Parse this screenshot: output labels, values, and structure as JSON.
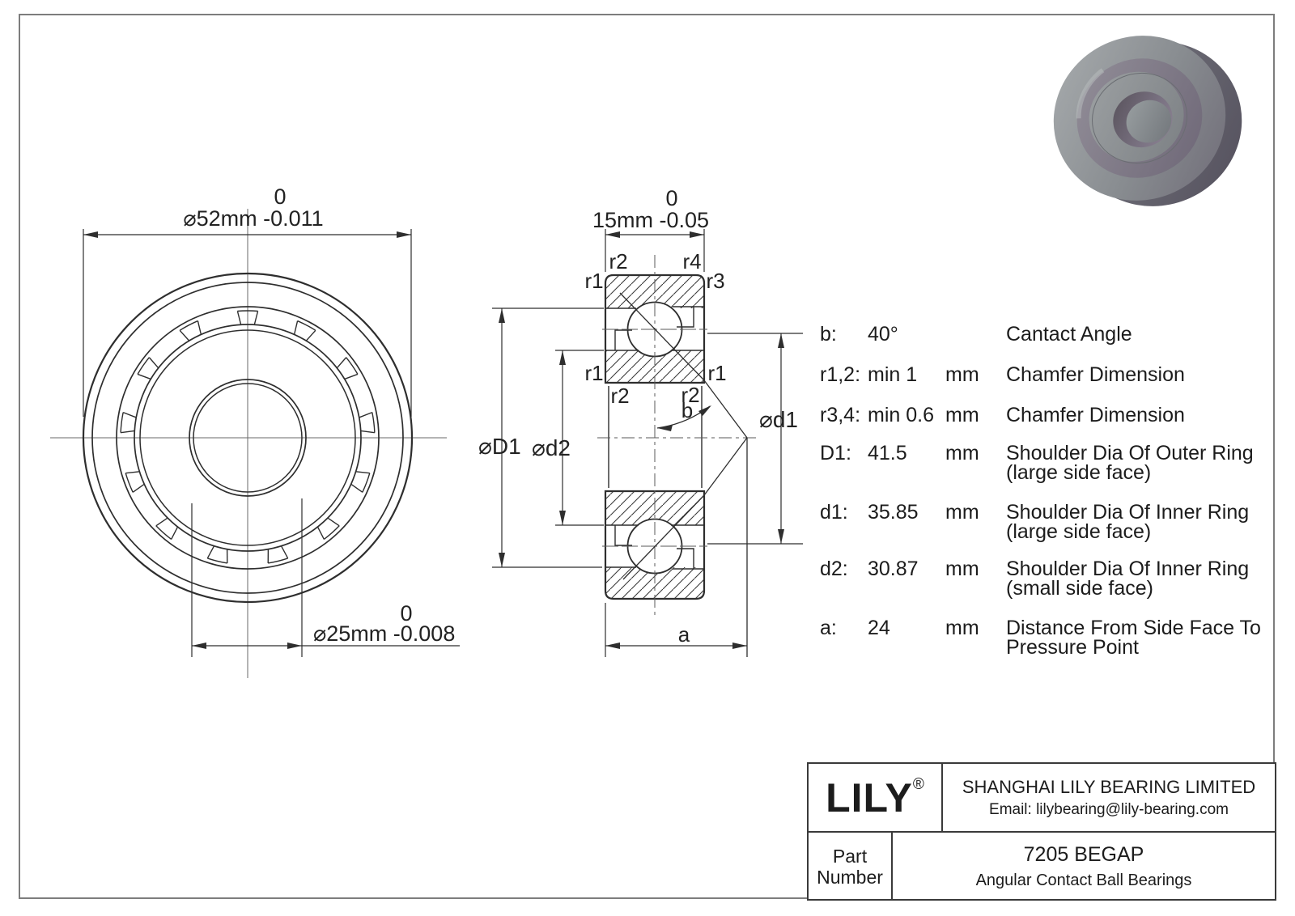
{
  "front_view": {
    "dim_outer_tol_top": "0",
    "dim_outer_label": "⌀52mm -0.011",
    "dim_bore_tol_top": "0",
    "dim_bore_label": "⌀25mm -0.008"
  },
  "section_view": {
    "dim_width_tol_top": "0",
    "dim_width_label": "15mm -0.05",
    "labels": {
      "r1": "r1",
      "r2": "r2",
      "r3": "r3",
      "r4": "r4",
      "b": "b",
      "a": "a",
      "dD1": "⌀D1",
      "dd2": "⌀d2",
      "dd1": "⌀d1"
    }
  },
  "specs": {
    "rows": [
      {
        "label": "b:",
        "value": "40°",
        "unit": "",
        "desc1": "Cantact Angle",
        "desc2": ""
      },
      {
        "label": "r1,2:",
        "value": "min 1",
        "unit": "mm",
        "desc1": "Chamfer Dimension",
        "desc2": ""
      },
      {
        "label": "r3,4:",
        "value": "min 0.6",
        "unit": "mm",
        "desc1": "Chamfer Dimension",
        "desc2": ""
      },
      {
        "label": "D1:",
        "value": "41.5",
        "unit": "mm",
        "desc1": "Shoulder Dia Of Outer Ring",
        "desc2": "(large side face)"
      },
      {
        "label": "d1:",
        "value": "35.85",
        "unit": "mm",
        "desc1": "Shoulder Dia Of Inner Ring",
        "desc2": "(large side face)"
      },
      {
        "label": "d2:",
        "value": "30.87",
        "unit": "mm",
        "desc1": "Shoulder Dia Of Inner Ring",
        "desc2": "(small side face)"
      },
      {
        "label": "a:",
        "value": "24",
        "unit": "mm",
        "desc1": "Distance From Side Face To",
        "desc2": "Pressure Point"
      }
    ]
  },
  "title_block": {
    "logo": "LILY",
    "registered": "®",
    "company": "SHANGHAI LILY BEARING LIMITED",
    "email": "Email: lilybearing@lily-bearing.com",
    "part_label_line1": "Part",
    "part_label_line2": "Number",
    "part_number": "7205 BEGAP",
    "part_type": "Angular Contact Ball Bearings"
  },
  "colors": {
    "line": "#2e2e2e",
    "frame": "#7d7d7d",
    "metal_light": "#a8abad",
    "metal_mid": "#8b8f92",
    "metal_dark": "#5a5b63",
    "metal_purple": "#7c7183"
  }
}
